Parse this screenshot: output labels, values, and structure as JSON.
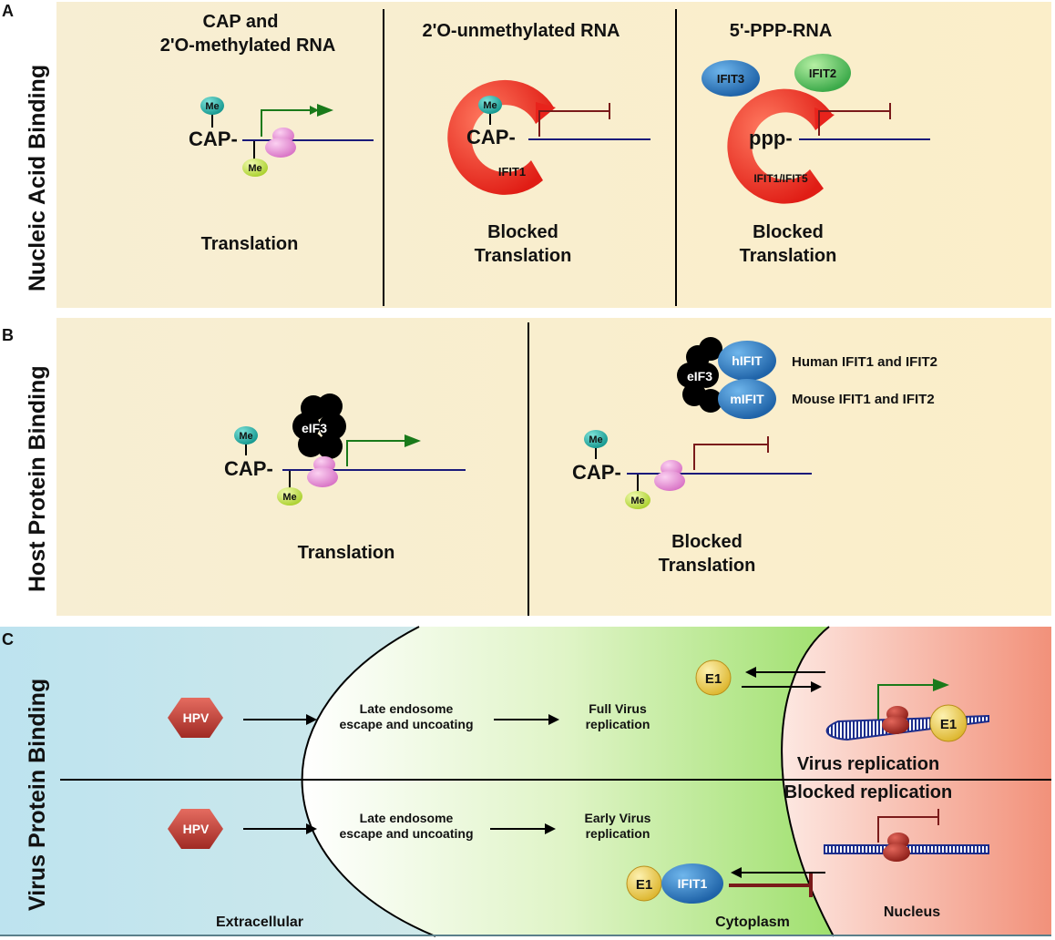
{
  "panels": {
    "A": {
      "letter": "A",
      "side_label": "Nucleic Acid Binding",
      "col1": {
        "title1": "CAP and",
        "title2": "2'O-methylated RNA",
        "outcome": "Translation"
      },
      "col2": {
        "title": "2'O-unmethylated RNA",
        "out1": "Blocked",
        "out2": "Translation",
        "protein": "IFIT1"
      },
      "col3": {
        "title": "5'-PPP-RNA",
        "out1": "Blocked",
        "out2": "Translation",
        "protein": "IFIT1/IFIT5",
        "ifit3": "IFIT3",
        "ifit2": "IFIT2"
      }
    },
    "B": {
      "letter": "B",
      "side_label": "Host Protein Binding",
      "left_outcome": "Translation",
      "right_out1": "Blocked",
      "right_out2": "Translation",
      "hifit": "hIFIT",
      "mifit": "mIFIT",
      "human_label": "Human IFIT1 and IFIT2",
      "mouse_label": "Mouse IFIT1 and IFIT2"
    },
    "C": {
      "letter": "C",
      "side_label": "Virus Protein Binding",
      "hpv": "HPV",
      "endo1": "Late endosome",
      "endo2": "escape and uncoating",
      "full1": "Full Virus",
      "full2": "replication",
      "early1": "Early Virus",
      "early2": "replication",
      "e1": "E1",
      "ifit1": "IFIT1",
      "virus_rep": "Virus replication",
      "blocked_rep": "Blocked replication",
      "extracellular": "Extracellular",
      "cytoplasm": "Cytoplasm",
      "nucleus": "Nucleus"
    }
  },
  "labels": {
    "cap": "CAP-",
    "me": "Me",
    "ppp": "ppp-",
    "eif3": "eIF3"
  },
  "colors": {
    "panel_bg": "#fbf1d2",
    "rna_line": "#1a1a7a",
    "translation_arrow": "#1a7a1a",
    "block_bar": "#7a1a1a",
    "ifit_red": "#e8231c",
    "ifit_blue": "#2f7fc6",
    "me_cap": "#1eaaa0",
    "me_2o": "#c8e25a",
    "ribosome": "#e98ad6",
    "hpv": "#c3403a",
    "e1": "#f0cf4a"
  }
}
